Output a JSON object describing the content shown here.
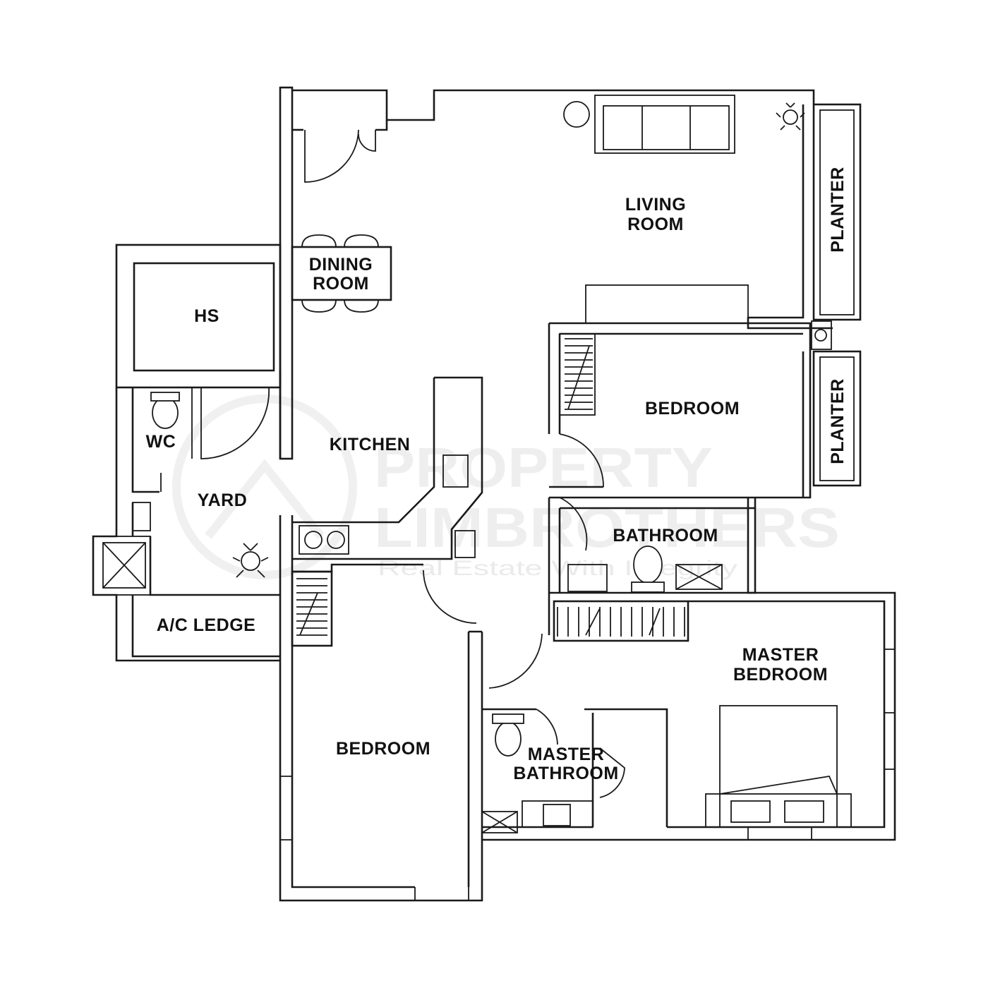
{
  "rooms": {
    "living_room": [
      "LIVING",
      "ROOM"
    ],
    "dining_room": [
      "DINING",
      "ROOM"
    ],
    "hs": "HS",
    "kitchen": "KITCHEN",
    "wc": "WC",
    "yard": "YARD",
    "ac_ledge": "A/C LEDGE",
    "bedroom_top": "BEDROOM",
    "bathroom": "BATHROOM",
    "master_bedroom": [
      "MASTER",
      "BEDROOM"
    ],
    "master_bathroom": [
      "MASTER",
      "BATHROOM"
    ],
    "bedroom_bottom": "BEDROOM",
    "planter_top": "PLANTER",
    "planter_bottom": "PLANTER"
  },
  "watermark": {
    "line1": "PROPERTY",
    "line2": "LIMBROTHERS",
    "tagline": "Real Estate With Integrity"
  }
}
